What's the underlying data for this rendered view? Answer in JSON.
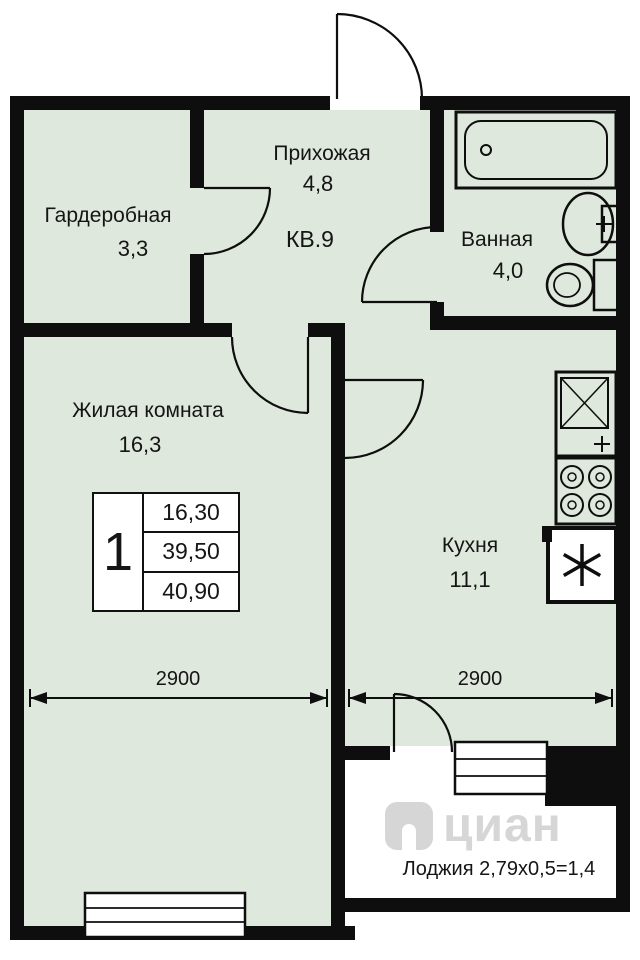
{
  "plan": {
    "apartment_label": "КВ.9",
    "rooms": {
      "wardrobe": {
        "name": "Гардеробная",
        "area": "3,3"
      },
      "hallway": {
        "name": "Прихожая",
        "area": "4,8"
      },
      "bathroom": {
        "name": "Ванная",
        "area": "4,0"
      },
      "living": {
        "name": "Жилая комната",
        "area": "16,3"
      },
      "kitchen": {
        "name": "Кухня",
        "area": "11,1"
      }
    },
    "area_table": {
      "rooms_count": "1",
      "living_area": "16,30",
      "total_area": "39,50",
      "total_with_loggia": "40,90"
    },
    "dimensions": {
      "living_width_mm": "2900",
      "kitchen_width_mm": "2900"
    },
    "loggia_label": "Лоджия 2,79x0,5=1,4",
    "watermark_text": "циан",
    "colors": {
      "floor": "#dfe8dc",
      "wall": "#0e0e0e",
      "text": "#151515",
      "loggia_floor": "#ffffff",
      "watermark": "#d6d6d6"
    }
  }
}
